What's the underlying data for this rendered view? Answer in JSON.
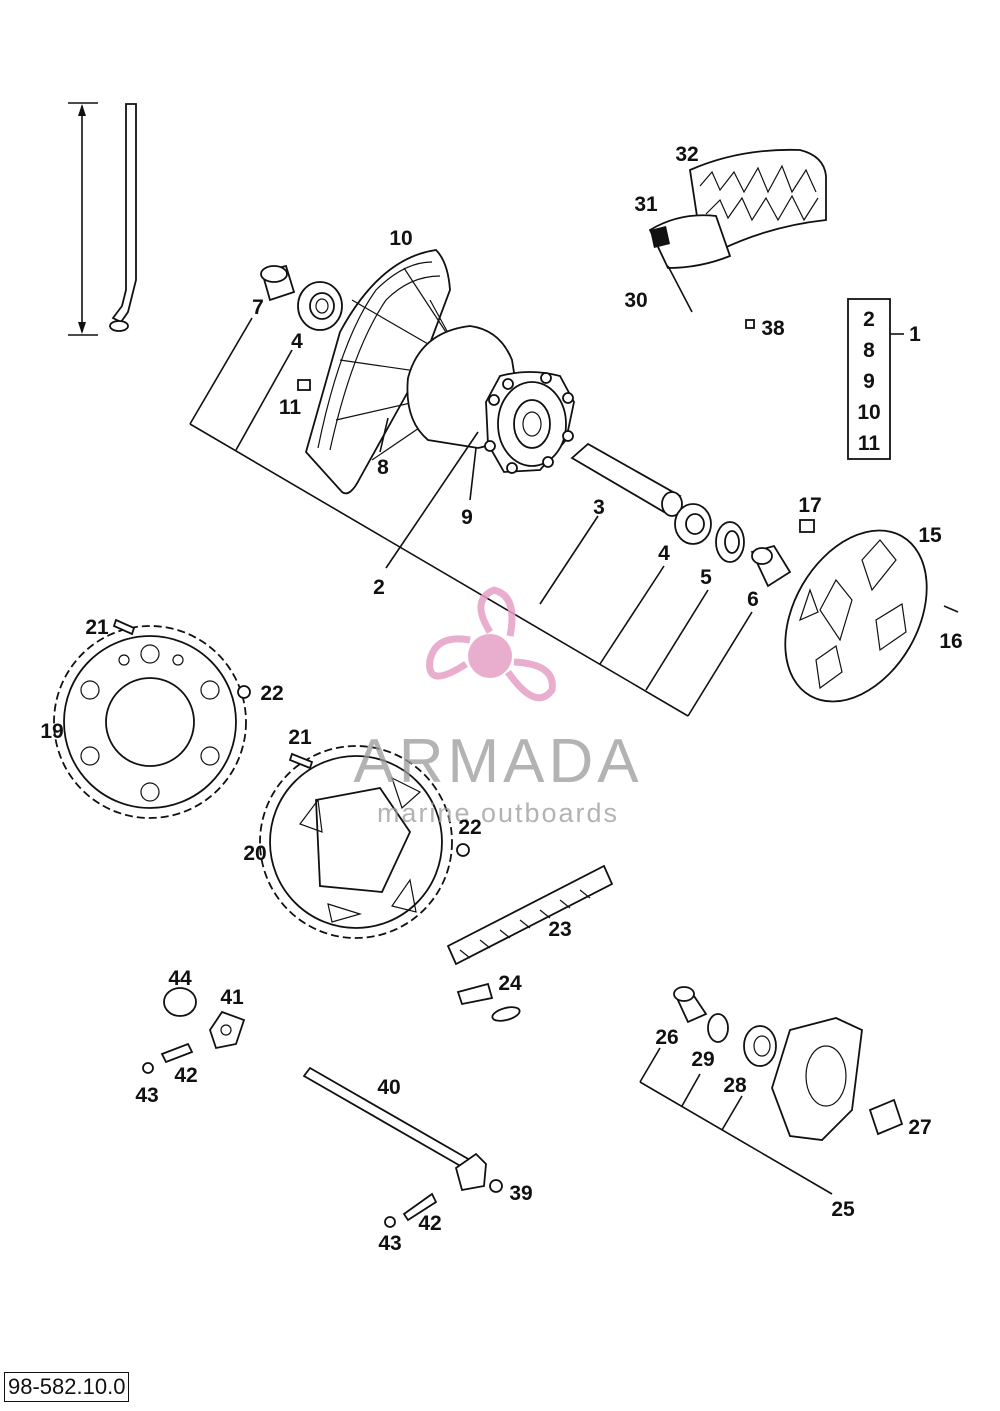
{
  "diagram": {
    "reference_code": "98-582.10.0",
    "callouts": [
      "1",
      "2",
      "3",
      "4",
      "4",
      "5",
      "6",
      "7",
      "8",
      "8",
      "9",
      "9",
      "10",
      "10",
      "11",
      "11",
      "2",
      "15",
      "16",
      "17",
      "19",
      "20",
      "21",
      "21",
      "22",
      "22",
      "23",
      "24",
      "25",
      "26",
      "27",
      "28",
      "29",
      "30",
      "31",
      "32",
      "38",
      "39",
      "40",
      "41",
      "42",
      "42",
      "43",
      "43",
      "44"
    ],
    "kit_box": {
      "items": [
        "2",
        "8",
        "9",
        "10",
        "11"
      ],
      "kit_number": "1"
    }
  },
  "watermark": {
    "brand": "ARMADA",
    "tagline": "marine outboards",
    "colors": {
      "logo": "#e6a1c6",
      "text": "#9a9a9a"
    }
  }
}
